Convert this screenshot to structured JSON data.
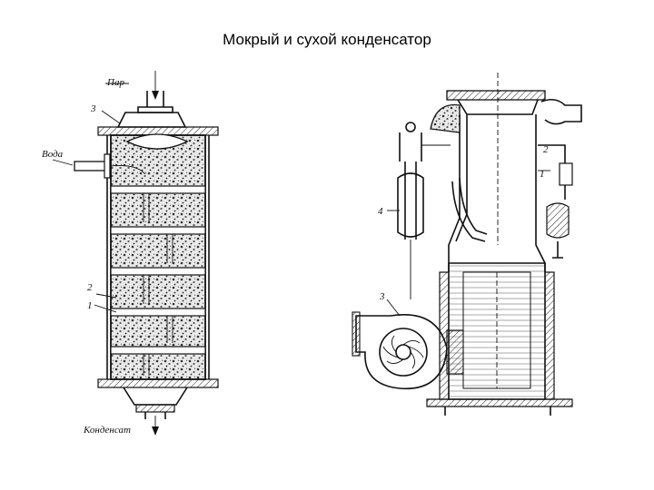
{
  "title": "Мокрый и сухой конденсатор",
  "wet_condenser": {
    "labels": {
      "steam": "Пар",
      "water": "Вода",
      "condensate": "Конденсат",
      "n3": "3",
      "n2": "2",
      "n1": "1"
    }
  },
  "dry_condenser": {
    "labels": {
      "n1": "1",
      "n2": "2",
      "n3": "3",
      "n4": "4"
    }
  }
}
